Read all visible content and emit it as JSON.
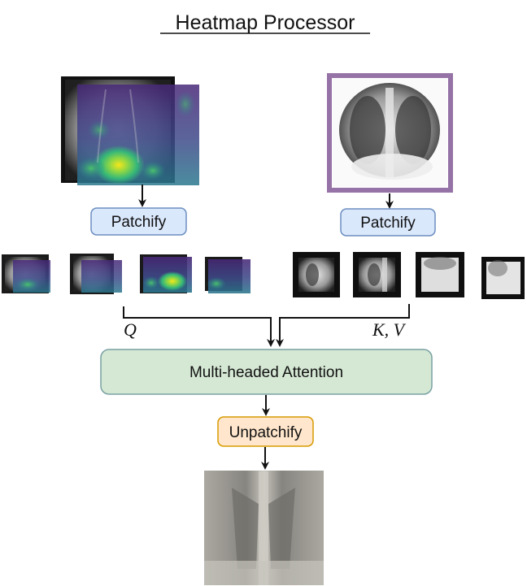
{
  "title": "Heatmap Processor",
  "boxes": {
    "patchify_left": "Patchify",
    "patchify_right": "Patchify",
    "attention": "Multi-headed Attention",
    "unpatchify": "Unpatchify"
  },
  "labels": {
    "query": "Q",
    "key_value": "K, V"
  },
  "colors": {
    "patchify_fill": "#dae8fc",
    "patchify_stroke": "#6c8ebf",
    "attention_fill": "#d5e8d4",
    "attention_stroke": "#7aa1a3",
    "unpatchify_fill": "#ffe6cc",
    "unpatchify_stroke": "#d79b00",
    "frame_purple": "#9673a6",
    "heat_yellow": "#f6e619",
    "heat_green": "#35b779",
    "heat_purple": "#440154"
  },
  "icons": {
    "heatmap_xray": "chest-xray-with-heatmap-overlay",
    "reference_xray": "reference-chest-xray",
    "output": "reconstructed-heatmap-image"
  }
}
